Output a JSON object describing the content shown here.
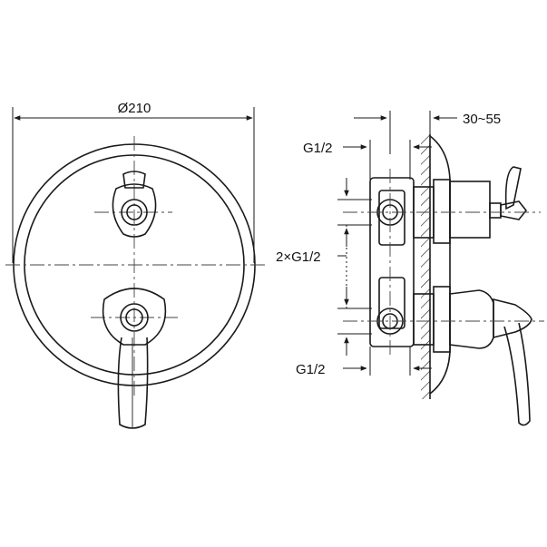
{
  "dimensions": {
    "diameter": "Ø210",
    "depth_range": "30~55",
    "outlet_top": "G1/2",
    "inlets": "2×G1/2",
    "outlet_bottom": "G1/2"
  },
  "colors": {
    "line": "#1a1a1a",
    "center_line": "#444444",
    "background": "#ffffff"
  }
}
